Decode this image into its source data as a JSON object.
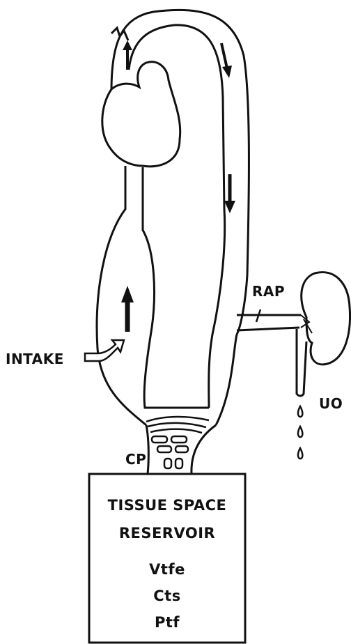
{
  "labels": {
    "intake": "INTAKE",
    "rap": "RAP",
    "uo": "UO",
    "cp": "CP"
  },
  "reservoir": {
    "title_line1": "TISSUE SPACE",
    "title_line2": "RESERVOIR",
    "variables": [
      "Vtfe",
      "Cts",
      "Ptf"
    ]
  },
  "colors": {
    "line": "#111111",
    "background": "#ffffff"
  }
}
